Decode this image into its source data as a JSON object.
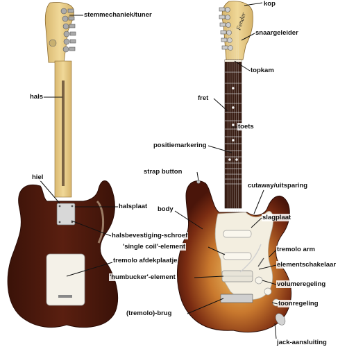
{
  "labels": {
    "stemmechaniek": "stemmechaniek/tuner",
    "hals": "hals",
    "hiel": "hiel",
    "halsplaat": "halsplaat",
    "halsbevestiging": "halsbevestiging-schroef",
    "tremolo_afdekplaatje": "tremolo afdekplaatje",
    "kop": "kop",
    "snaargeleider": "snaargeleider",
    "topkam": "topkam",
    "fret": "fret",
    "toets": "toets",
    "positiemarkering": "positiemarkering",
    "strap_button": "strap button",
    "cutaway": "cutaway/uitsparing",
    "body": "body",
    "slagplaat": "slagplaat",
    "single_coil": "'single coil'-element",
    "tremolo_arm": "tremolo arm",
    "elementschakelaar": "elementschakelaar",
    "humbucker": "'humbucker'-element",
    "volumeregeling": "volumeregeling",
    "brug": "(tremolo)-brug",
    "toonregeling": "toonregeling",
    "jack": "jack-aansluiting"
  },
  "colors": {
    "back_body": "#4a1a0e",
    "sunburst_center": "#e8b25a",
    "sunburst_edge": "#5a1e0c",
    "maple": "#e9cf8f",
    "rosewood": "#3a1e14",
    "pickguard": "#f3eee0",
    "chrome": "#c8c8c8",
    "line": "#111111"
  }
}
